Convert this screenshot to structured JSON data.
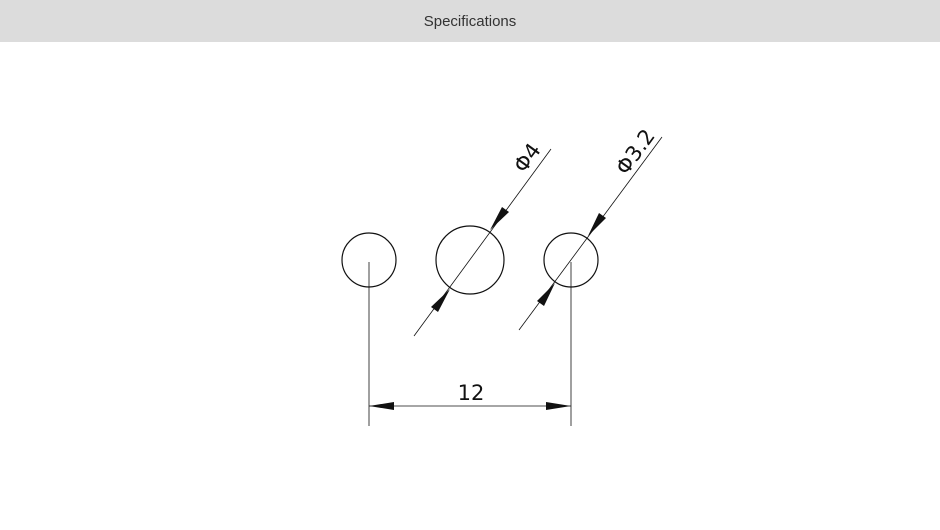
{
  "header": {
    "title": "Specifications"
  },
  "drawing": {
    "dimensions": {
      "spacing": "12",
      "large_hole_diameter": "Φ4",
      "small_hole_diameter": "Φ3.2"
    },
    "line_color": "#111111"
  }
}
